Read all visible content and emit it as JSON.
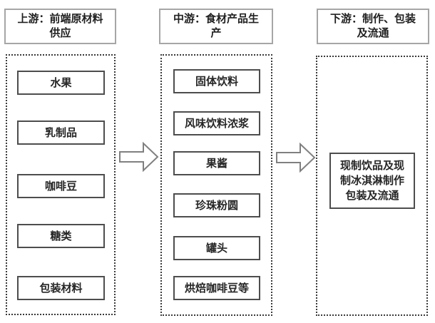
{
  "diagram": {
    "title": "supply chain flow: upstream, midstream, downstream",
    "columns": [
      {
        "id": "upstream",
        "header": "上游：前端原材料供应",
        "items": [
          "水果",
          "乳制品",
          "咖啡豆",
          "糖类",
          "包装材料"
        ]
      },
      {
        "id": "midstream",
        "header": "中游：食材产品生产",
        "items": [
          "固体饮料",
          "风味饮料浓浆",
          "果酱",
          "珍珠粉圆",
          "罐头",
          "烘焙咖啡豆等"
        ]
      },
      {
        "id": "downstream",
        "header": "下游：制作、包装及流通",
        "items": [
          "现制饮品及现制冰淇淋制作包装及流通"
        ]
      }
    ],
    "arrows": [
      {
        "from": "upstream",
        "to": "midstream",
        "direction": "right"
      },
      {
        "from": "midstream",
        "to": "downstream",
        "direction": "right"
      }
    ],
    "colors": {
      "header_border": "#a6a6a6",
      "item_border": "#4d4d4d",
      "group_border": "#3a3a3a",
      "arrow_border": "#808080",
      "text": "#262626",
      "background": "#ffffff"
    }
  }
}
